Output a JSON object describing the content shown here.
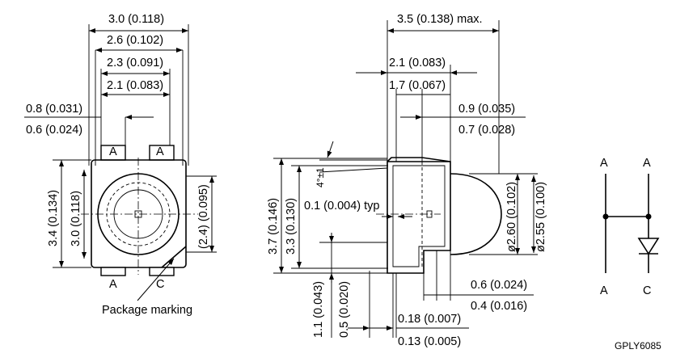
{
  "top_view": {
    "dim_3_0": "3.0 (0.118)",
    "dim_2_6": "2.6 (0.102)",
    "dim_2_3": "2.3 (0.091)",
    "dim_2_1": "2.1 (0.083)",
    "dim_0_8": "0.8 (0.031)",
    "dim_0_6": "0.6 (0.024)",
    "dim_3_4": "3.4 (0.134)",
    "dim_3_0v": "3.0 (0.118)",
    "dim_2_4": "(2.4) (0.095)",
    "pin_top_left": "A",
    "pin_top_right": "A",
    "pin_bottom_left": "A",
    "pin_bottom_right": "C",
    "package_marking": "Package marking"
  },
  "side_view": {
    "dim_3_5": "3.5 (0.138) max.",
    "dim_2_1": "2.1 (0.083)",
    "dim_1_7": "1.7 (0.067)",
    "dim_0_9": "0.9 (0.035)",
    "dim_0_7": "0.7 (0.028)",
    "angle": "4°±1",
    "dim_0_1": "0.1 (0.004) typ",
    "dim_3_7": "3.7 (0.146)",
    "dim_3_3": "3.3 (0.130)",
    "dim_2_60": "ø2.60 (0.102)",
    "dim_2_55": "ø2.55 (0.100)",
    "dim_1_1": "1.1 (0.043)",
    "dim_0_5": "0.5 (0.020)",
    "dim_0_6": "0.6 (0.024)",
    "dim_0_4": "0.4 (0.016)",
    "dim_0_18": "0.18 (0.007)",
    "dim_0_13": "0.13 (0.005)"
  },
  "schematic": {
    "pin_a1": "A",
    "pin_a2": "A",
    "pin_a3": "A",
    "pin_c": "C"
  },
  "drawing_code": "GPLY6085"
}
